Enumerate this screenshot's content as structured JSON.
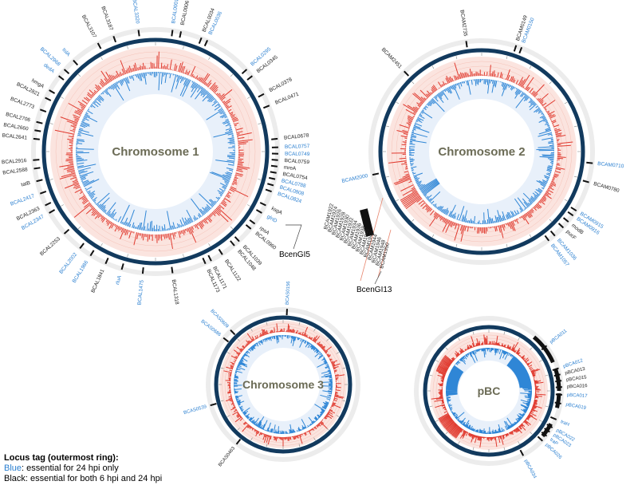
{
  "colors": {
    "backbone": "#123a5e",
    "red_track": "#e03a2f",
    "red_band": "#fbe4df",
    "blue_track": "#2f86d6",
    "blue_band": "#e8f0fa",
    "label_blue": "#2a7fd0",
    "label_black": "#222222",
    "title": "#6b6b55"
  },
  "chromosomes": [
    {
      "id": "chr1",
      "title": "Chromosome 1",
      "loci": [
        {
          "label": "BCAL0001",
          "color": "blue",
          "angle": 8
        },
        {
          "label": "BCAL0006",
          "color": "black",
          "angle": 12
        },
        {
          "label": "BCAL0034",
          "color": "black",
          "angle": 22
        },
        {
          "label": "BCAL0036",
          "color": "blue",
          "angle": 25
        },
        {
          "label": "BCAL0295",
          "color": "blue",
          "angle": 48
        },
        {
          "label": "BCAL0345",
          "color": "black",
          "angle": 52
        },
        {
          "label": "BCAL0378",
          "color": "black",
          "angle": 62
        },
        {
          "label": "BCAL0471",
          "color": "black",
          "angle": 68
        },
        {
          "label": "BCAL0678",
          "color": "black",
          "angle": 84
        },
        {
          "label": "BCAL0757",
          "color": "blue",
          "angle": 88
        },
        {
          "label": "BCAL0749",
          "color": "blue",
          "angle": 91
        },
        {
          "label": "BCAL0759",
          "color": "black",
          "angle": 94
        },
        {
          "label": "mreA",
          "color": "black",
          "angle": 97
        },
        {
          "label": "BCAL0754",
          "color": "black",
          "angle": 100
        },
        {
          "label": "BCAL0788",
          "color": "blue",
          "angle": 103
        },
        {
          "label": "BCAL0808",
          "color": "blue",
          "angle": 106
        },
        {
          "label": "BCAL0824",
          "color": "blue",
          "angle": 109
        },
        {
          "label": "ksgA",
          "color": "black",
          "angle": 116
        },
        {
          "label": "glnD",
          "color": "blue",
          "angle": 120
        },
        {
          "label": "rpsA",
          "color": "black",
          "angle": 126
        },
        {
          "label": "BCAL0960",
          "color": "black",
          "angle": 129
        },
        {
          "label": "BCAL1039",
          "color": "black",
          "angle": 137
        },
        {
          "label": "BCAL1048",
          "color": "black",
          "angle": 140
        },
        {
          "label": "BCAL1122",
          "color": "black",
          "angle": 147
        },
        {
          "label": "BCAL1171",
          "color": "black",
          "angle": 153
        },
        {
          "label": "BCAL1173",
          "color": "black",
          "angle": 156
        },
        {
          "label": "BCAL1318",
          "color": "black",
          "angle": 172
        },
        {
          "label": "BCAL1475",
          "color": "blue",
          "angle": 186
        },
        {
          "label": "rluA",
          "color": "blue",
          "angle": 196
        },
        {
          "label": "BCAL1841",
          "color": "black",
          "angle": 204
        },
        {
          "label": "BCAL1986",
          "color": "blue",
          "angle": 212
        },
        {
          "label": "BCAL2002",
          "color": "blue",
          "angle": 218
        },
        {
          "label": "BCAL2253",
          "color": "black",
          "angle": 228
        },
        {
          "label": "BCAL2347",
          "color": "blue",
          "angle": 240
        },
        {
          "label": "BCAL2363",
          "color": "black",
          "angle": 244
        },
        {
          "label": "BCAL2417",
          "color": "blue",
          "angle": 250
        },
        {
          "label": "tatB",
          "color": "black",
          "angle": 256
        },
        {
          "label": "BCAL2588",
          "color": "black",
          "angle": 262
        },
        {
          "label": "BCAL2916",
          "color": "black",
          "angle": 266
        },
        {
          "label": "BCAL2641",
          "color": "black",
          "angle": 276
        },
        {
          "label": "BCAL2660",
          "color": "black",
          "angle": 280
        },
        {
          "label": "BCAL2706",
          "color": "black",
          "angle": 284
        },
        {
          "label": "BCAL2773",
          "color": "black",
          "angle": 290
        },
        {
          "label": "BCAL2821",
          "color": "black",
          "angle": 296
        },
        {
          "label": "hmgA",
          "color": "black",
          "angle": 300
        },
        {
          "label": "dedA",
          "color": "blue",
          "angle": 308
        },
        {
          "label": "BCAL2968",
          "color": "blue",
          "angle": 312
        },
        {
          "label": "tolA",
          "color": "blue",
          "angle": 318
        },
        {
          "label": "BCAL3107",
          "color": "black",
          "angle": 332
        },
        {
          "label": "BCAL3187",
          "color": "black",
          "angle": 340
        },
        {
          "label": "BCAL3320",
          "color": "blue",
          "angle": 352
        }
      ],
      "island": "BcenGI5"
    },
    {
      "id": "chr2",
      "title": "Chromosome 2",
      "loci": [
        {
          "label": "BCAM0149",
          "color": "black",
          "angle": 18
        },
        {
          "label": "BCAM0150",
          "color": "blue",
          "angle": 21
        },
        {
          "label": "BCAM0710",
          "color": "blue",
          "angle": 96
        },
        {
          "label": "BCAM0780",
          "color": "black",
          "angle": 106
        },
        {
          "label": "BCAM0915",
          "color": "blue",
          "angle": 122
        },
        {
          "label": "BCAM0916",
          "color": "blue",
          "angle": 125
        },
        {
          "label": "modB",
          "color": "black",
          "angle": 129
        },
        {
          "label": "pucF",
          "color": "black",
          "angle": 133
        },
        {
          "label": "BCAM1036",
          "color": "blue",
          "angle": 139
        },
        {
          "label": "BCAM1057",
          "color": "blue",
          "angle": 143
        },
        {
          "label": "BCAM2000",
          "color": "blue",
          "angle": 258
        },
        {
          "label": "BCAM2451",
          "color": "black",
          "angle": 316
        },
        {
          "label": "BCAM2735",
          "color": "black",
          "angle": 352
        }
      ],
      "island_loci": [
        "BCAM1922",
        "BCAM1924",
        "BCAM1926",
        "BCAM1928",
        "BCAM1930",
        "BCAM1932",
        "BCAM1934",
        "BCAM1936",
        "BCAM1938",
        "BCAM1940",
        "BCAM1942",
        "BCAM1944",
        "BCAM1946",
        "BCAM1948",
        "BCAM1950"
      ],
      "island": "BcenGI13"
    },
    {
      "id": "chr3",
      "title": "Chromosome 3",
      "loci": [
        {
          "label": "BCAS0156",
          "color": "blue",
          "angle": 3
        },
        {
          "label": "BCAS0609",
          "color": "blue",
          "angle": 316
        },
        {
          "label": "BCAS0686",
          "color": "blue",
          "angle": 308
        },
        {
          "label": "BCAS0539",
          "color": "blue",
          "angle": 254
        },
        {
          "label": "BCAS0463",
          "color": "black",
          "angle": 218
        }
      ]
    },
    {
      "id": "pbc",
      "title": "pBC",
      "loci": [
        {
          "label": "pBCA011",
          "color": "blue",
          "angle": 52
        },
        {
          "label": "pBCA012",
          "color": "blue",
          "angle": 72
        },
        {
          "label": "pBCA013",
          "color": "black",
          "angle": 77
        },
        {
          "label": "pBCA015",
          "color": "black",
          "angle": 82
        },
        {
          "label": "pBCA016",
          "color": "black",
          "angle": 87
        },
        {
          "label": "pBCA017",
          "color": "blue",
          "angle": 93
        },
        {
          "label": "pBCA019",
          "color": "blue",
          "angle": 100
        },
        {
          "label": "traH",
          "color": "blue",
          "angle": 113
        },
        {
          "label": "pBCA022",
          "color": "blue",
          "angle": 120
        },
        {
          "label": "pBCA023",
          "color": "blue",
          "angle": 124
        },
        {
          "label": "traP",
          "color": "blue",
          "angle": 128
        },
        {
          "label": "pBCA026",
          "color": "blue",
          "angle": 133
        },
        {
          "label": "pBCA034",
          "color": "blue",
          "angle": 152
        }
      ]
    }
  ],
  "legend": {
    "title": "Locus tag (outermost ring):",
    "blue_prefix": "Blue",
    "blue_text": ": essential for 24 hpi only",
    "black_prefix": "Black",
    "black_text": ": essential for both 6 hpi and 24 hpi"
  }
}
